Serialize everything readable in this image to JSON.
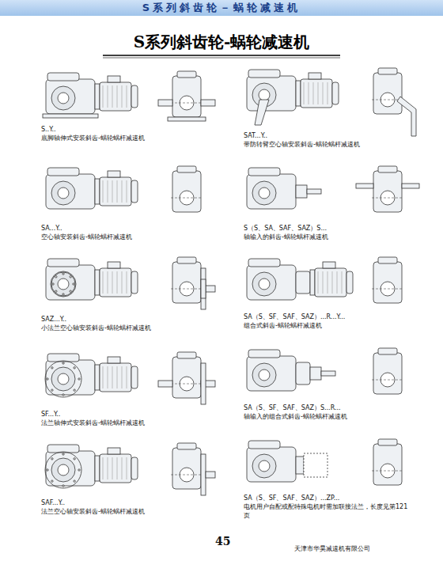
{
  "diagram": {
    "title": "S系列斜齿轮-蜗轮减速机",
    "nodes": [
      {
        "text": [
          "S系列斜齿轮－蜗轮减速机"
        ]
      }
    ],
    "labels": [
      "S..Y..",
      "底脚轴伸式安装斜齿-蜗轮蜗杆减速机",
      "SAT...Y..",
      "带防转臂空心轴安装斜齿-蜗轮蜗杆减速机",
      "SA...Y..",
      "空心轴安装斜齿-蜗轮蜗杆减速机",
      "S（S、SA、SAF、SAZ）S...",
      "轴输入的斜齿-蜗轮蜗杆减速机",
      "SAZ...Y..",
      "小法兰空心轴安装斜齿-蜗轮蜗杆减速机",
      "SA（S、SF、SAF、SAZ）...R...Y...",
      "组合式斜齿-蜗轮蜗杆减速机",
      "SF...Y..",
      "法兰轴伸式安装斜齿-蜗轮蜗杆减速机",
      "SA（S、SF、SAF、SAZ）S...R...",
      "轴输入的组合式斜齿-蜗轮蜗杆减速机",
      "SAF...Y..",
      "法兰空心轴安装斜齿-蜗轮蜗杆减速机",
      "SA（S、SF、SAF、SAZ）...ZP...",
      "电机用户自配或配特殊电机时需加联接法兰，长度见第121页",
      "45",
      "天津市华昊减速机有限公司"
    ]
  }
}
